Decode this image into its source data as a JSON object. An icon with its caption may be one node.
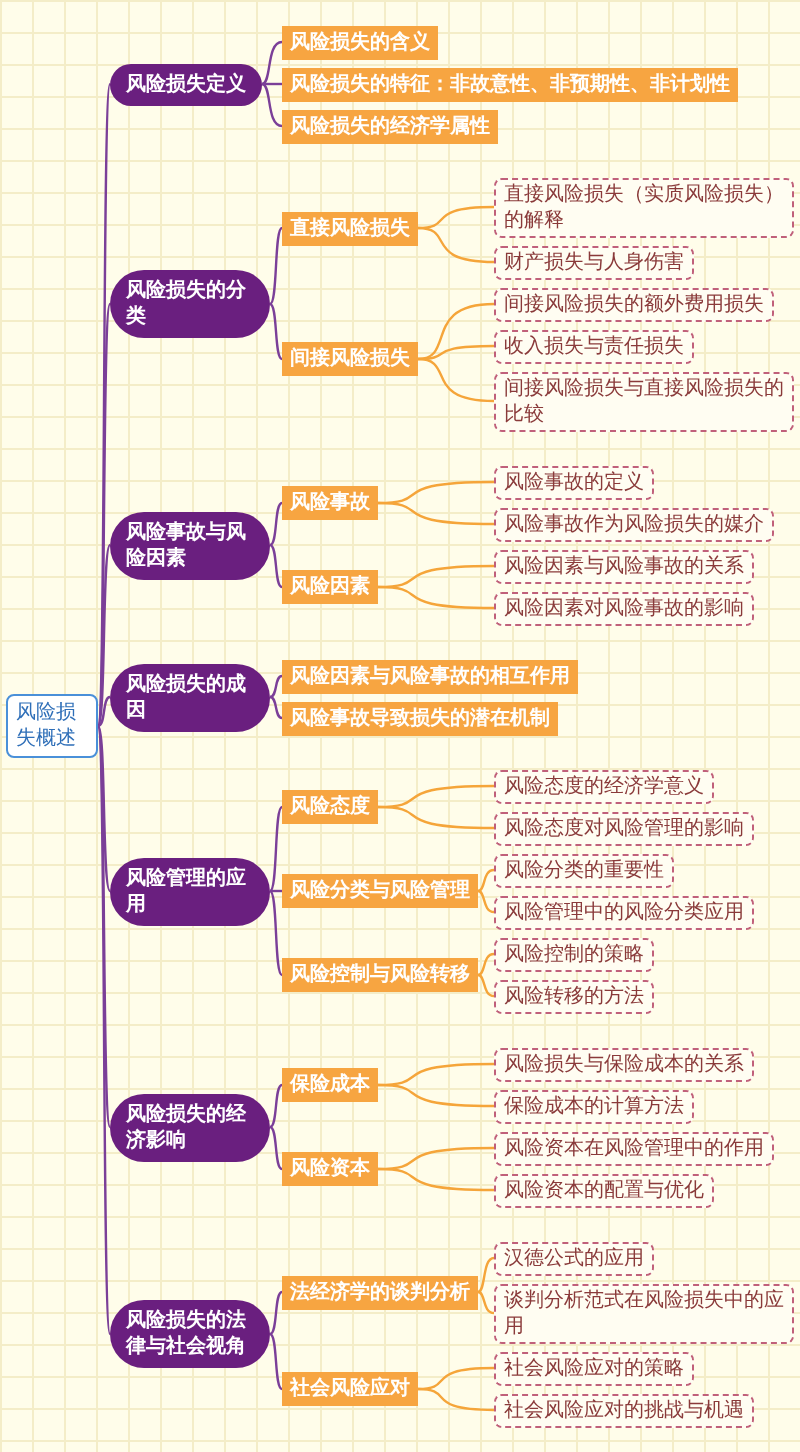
{
  "diagram": {
    "nodes": [
      {
        "text": [
          "风险损失概述"
        ]
      },
      {
        "text": [
          "风险损失定义"
        ]
      },
      {
        "text": [
          "风险损失的含义"
        ]
      },
      {
        "text": [
          "风险损失的特征：非故意性、非预期性、非计划性"
        ]
      },
      {
        "text": [
          "风险损失的经济学属性"
        ]
      },
      {
        "text": [
          "风险损失的分类"
        ]
      },
      {
        "text": [
          "直接风险损失"
        ]
      },
      {
        "text": [
          "直接风险损失（实质风险损失）的解释"
        ]
      },
      {
        "text": [
          "财产损失与人身伤害"
        ]
      },
      {
        "text": [
          "间接风险损失"
        ]
      },
      {
        "text": [
          "间接风险损失的额外费用损失"
        ]
      },
      {
        "text": [
          "收入损失与责任损失"
        ]
      },
      {
        "text": [
          "间接风险损失与直接风险损失的比较"
        ]
      },
      {
        "text": [
          "风险事故与风险因素"
        ]
      },
      {
        "text": [
          "风险事故"
        ]
      },
      {
        "text": [
          "风险事故的定义"
        ]
      },
      {
        "text": [
          "风险事故作为风险损失的媒介"
        ]
      },
      {
        "text": [
          "风险因素"
        ]
      },
      {
        "text": [
          "风险因素与风险事故的关系"
        ]
      },
      {
        "text": [
          "风险因素对风险事故的影响"
        ]
      },
      {
        "text": [
          "风险损失的成因"
        ]
      },
      {
        "text": [
          "风险因素与风险事故的相互作用"
        ]
      },
      {
        "text": [
          "风险事故导致损失的潜在机制"
        ]
      },
      {
        "text": [
          "风险管理的应用"
        ]
      },
      {
        "text": [
          "风险态度"
        ]
      },
      {
        "text": [
          "风险态度的经济学意义"
        ]
      },
      {
        "text": [
          "风险态度对风险管理的影响"
        ]
      },
      {
        "text": [
          "风险分类与风险管理"
        ]
      },
      {
        "text": [
          "风险分类的重要性"
        ]
      },
      {
        "text": [
          "风险管理中的风险分类应用"
        ]
      },
      {
        "text": [
          "风险控制与风险转移"
        ]
      },
      {
        "text": [
          "风险控制的策略"
        ]
      },
      {
        "text": [
          "风险转移的方法"
        ]
      },
      {
        "text": [
          "风险损失的经济影响"
        ]
      },
      {
        "text": [
          "保险成本"
        ]
      },
      {
        "text": [
          "风险损失与保险成本的关系"
        ]
      },
      {
        "text": [
          "保险成本的计算方法"
        ]
      },
      {
        "text": [
          "风险资本"
        ]
      },
      {
        "text": [
          "风险资本在风险管理中的作用"
        ]
      },
      {
        "text": [
          "风险资本的配置与优化"
        ]
      },
      {
        "text": [
          "风险损失的法律与社会视角"
        ]
      },
      {
        "text": [
          "法经济学的谈判分析"
        ]
      },
      {
        "text": [
          "汉德公式的应用"
        ]
      },
      {
        "text": [
          "谈判分析范式在风险损失中的应用"
        ]
      },
      {
        "text": [
          "社会风险应对"
        ]
      },
      {
        "text": [
          "社会风险应对的策略"
        ]
      },
      {
        "text": [
          "社会风险应对的挑战与机遇"
        ]
      }
    ],
    "edges": [
      {
        "from": 0,
        "to": 1,
        "arrow": "none"
      },
      {
        "from": 1,
        "to": 2,
        "arrow": "none"
      },
      {
        "from": 1,
        "to": 3,
        "arrow": "none"
      },
      {
        "from": 1,
        "to": 4,
        "arrow": "none"
      },
      {
        "from": 0,
        "to": 5,
        "arrow": "none"
      },
      {
        "from": 5,
        "to": 6,
        "arrow": "none"
      },
      {
        "from": 6,
        "to": 7,
        "arrow": "none",
        "color": "#f5a53a"
      },
      {
        "from": 6,
        "to": 8,
        "arrow": "none",
        "color": "#f5a53a"
      },
      {
        "from": 5,
        "to": 9,
        "arrow": "none"
      },
      {
        "from": 9,
        "to": 10,
        "arrow": "none",
        "color": "#f5a53a"
      },
      {
        "from": 9,
        "to": 11,
        "arrow": "none",
        "color": "#f5a53a"
      },
      {
        "from": 9,
        "to": 12,
        "arrow": "none",
        "color": "#f5a53a"
      },
      {
        "from": 0,
        "to": 13,
        "arrow": "none"
      },
      {
        "from": 13,
        "to": 14,
        "arrow": "none"
      },
      {
        "from": 14,
        "to": 15,
        "arrow": "none",
        "color": "#f5a53a"
      },
      {
        "from": 14,
        "to": 16,
        "arrow": "none",
        "color": "#f5a53a"
      },
      {
        "from": 13,
        "to": 17,
        "arrow": "none"
      },
      {
        "from": 17,
        "to": 18,
        "arrow": "none",
        "color": "#f5a53a"
      },
      {
        "from": 17,
        "to": 19,
        "arrow": "none",
        "color": "#f5a53a"
      },
      {
        "from": 0,
        "to": 20,
        "arrow": "none"
      },
      {
        "from": 20,
        "to": 21,
        "arrow": "none"
      },
      {
        "from": 20,
        "to": 22,
        "arrow": "none"
      },
      {
        "from": 0,
        "to": 23,
        "arrow": "none"
      },
      {
        "from": 23,
        "to": 24,
        "arrow": "none"
      },
      {
        "from": 24,
        "to": 25,
        "arrow": "none",
        "color": "#f5a53a"
      },
      {
        "from": 24,
        "to": 26,
        "arrow": "none",
        "color": "#f5a53a"
      },
      {
        "from": 23,
        "to": 27,
        "arrow": "none"
      },
      {
        "from": 27,
        "to": 28,
        "arrow": "none",
        "color": "#f5a53a"
      },
      {
        "from": 27,
        "to": 29,
        "arrow": "none",
        "color": "#f5a53a"
      },
      {
        "from": 23,
        "to": 30,
        "arrow": "none"
      },
      {
        "from": 30,
        "to": 31,
        "arrow": "none",
        "color": "#f5a53a"
      },
      {
        "from": 30,
        "to": 32,
        "arrow": "none",
        "color": "#f5a53a"
      },
      {
        "from": 0,
        "to": 33,
        "arrow": "none"
      },
      {
        "from": 33,
        "to": 34,
        "arrow": "none"
      },
      {
        "from": 34,
        "to": 35,
        "arrow": "none",
        "color": "#f5a53a"
      },
      {
        "from": 34,
        "to": 36,
        "arrow": "none",
        "color": "#f5a53a"
      },
      {
        "from": 33,
        "to": 37,
        "arrow": "none"
      },
      {
        "from": 37,
        "to": 38,
        "arrow": "none",
        "color": "#f5a53a"
      },
      {
        "from": 37,
        "to": 39,
        "arrow": "none",
        "color": "#f5a53a"
      },
      {
        "from": 0,
        "to": 40,
        "arrow": "none"
      },
      {
        "from": 40,
        "to": 41,
        "arrow": "none"
      },
      {
        "from": 41,
        "to": 42,
        "arrow": "none",
        "color": "#f5a53a"
      },
      {
        "from": 41,
        "to": 43,
        "arrow": "none",
        "color": "#f5a53a"
      },
      {
        "from": 40,
        "to": 44,
        "arrow": "none"
      },
      {
        "from": 44,
        "to": 45,
        "arrow": "none",
        "color": "#f5a53a"
      },
      {
        "from": 44,
        "to": 46,
        "arrow": "none",
        "color": "#f5a53a"
      }
    ]
  }
}
